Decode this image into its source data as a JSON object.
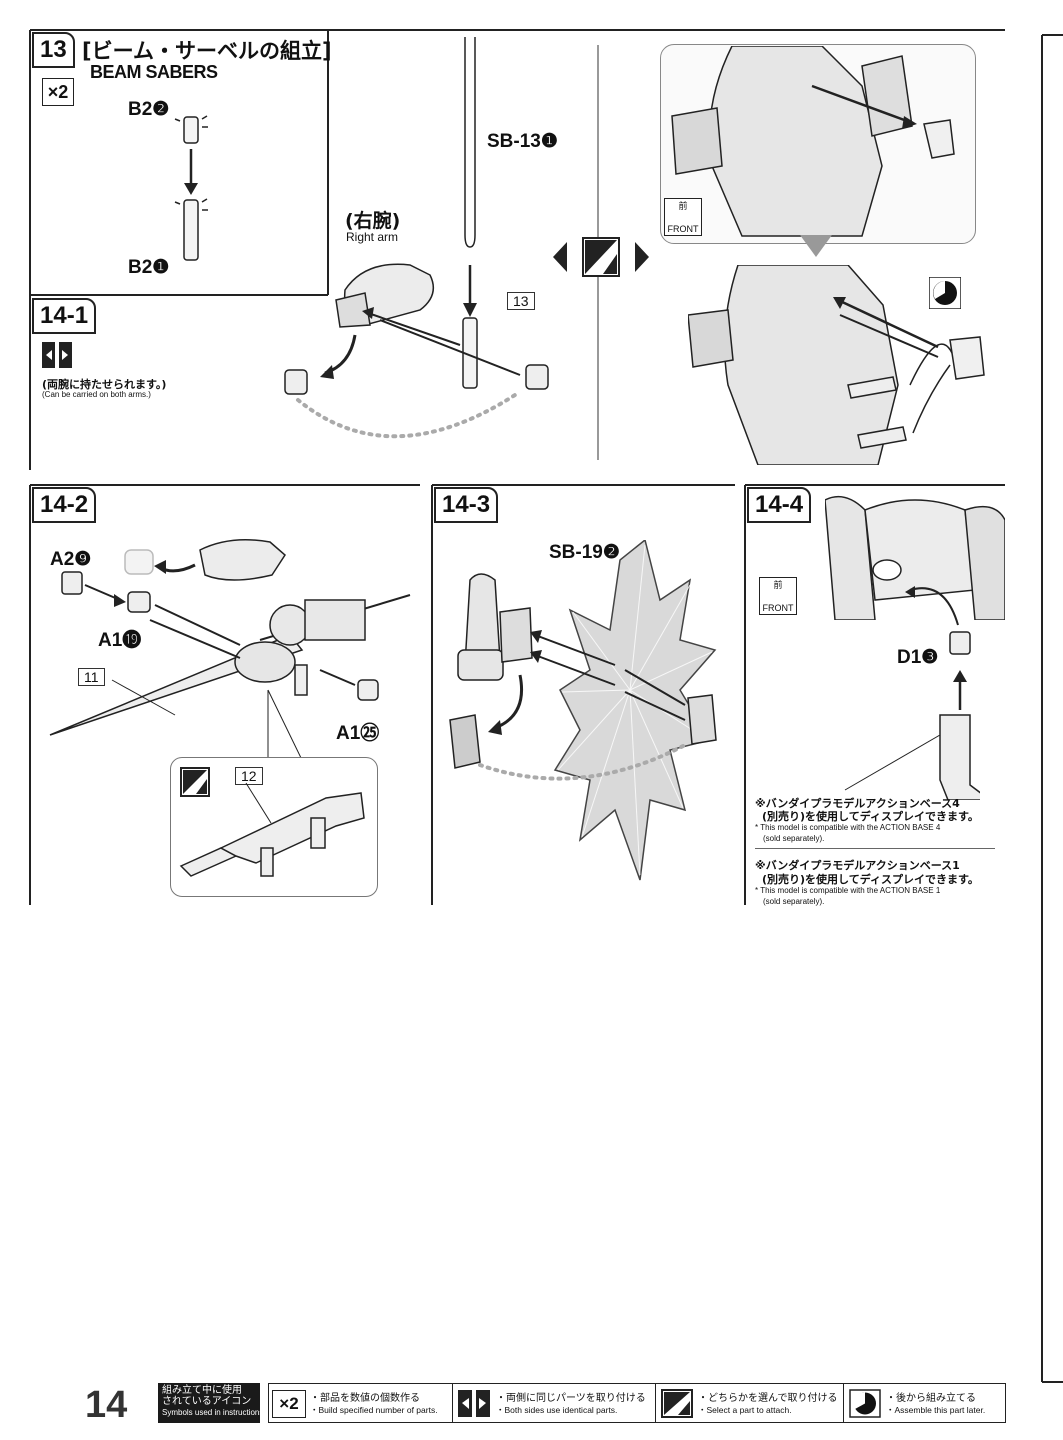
{
  "page_number": "14",
  "step13": {
    "number": "13",
    "title_jp": "[ビーム・サーベルの組立]",
    "title_en": "BEAM SABERS",
    "multiplier": "×2",
    "part_top": "B2❷",
    "part_bottom": "B2❶",
    "saber_part": "SB-13❶",
    "arm_jp": "(右腕)",
    "arm_en": "Right arm",
    "part_box": "13"
  },
  "step14_1": {
    "number": "14-1",
    "note_jp": "(両腕に持たせられます。)",
    "note_en": "(Can be carried on both arms.)",
    "front_jp": "前",
    "front_en": "FRONT"
  },
  "step14_2": {
    "number": "14-2",
    "part_a2": "A2❾",
    "part_a1_19": "A1⓳",
    "part_a1_25": "A1㉕",
    "box_11": "11",
    "box_12": "12"
  },
  "step14_3": {
    "number": "14-3",
    "part_sb19": "SB-19❷"
  },
  "step14_4": {
    "number": "14-4",
    "front_jp": "前",
    "front_en": "FRONT",
    "part_d1": "D1❸",
    "note1_jp_line1": "※バンダイプラモデルアクションベース4",
    "note1_jp_line2": "(別売り)を使用してディスプレイできます。",
    "note1_en_line1": "* This model is compatible with the ACTION BASE 4",
    "note1_en_line2": "(sold separately).",
    "note2_jp_line1": "※バンダイプラモデルアクションベース1",
    "note2_jp_line2": "(別売り)を使用してディスプレイできます。",
    "note2_en_line1": "* This model is compatible with the ACTION BASE 1",
    "note2_en_line2": "(sold separately)."
  },
  "legend": {
    "header_jp_line1": "組み立て中に使用",
    "header_jp_line2": "されているアイコン",
    "header_en": "Symbols used in instructions",
    "items": [
      {
        "icon": "×2",
        "jp": "・部品を数値の個数作る",
        "en": "・Build specified number of parts."
      },
      {
        "icon": "both-sides-icon",
        "jp": "・両側に同じパーツを取り付ける",
        "en": "・Both sides use identical parts."
      },
      {
        "icon": "select-part-icon",
        "jp": "・どちらかを選んで取り付ける",
        "en": "・Select a part to attach."
      },
      {
        "icon": "assemble-later-icon",
        "jp": "・後から組み立てる",
        "en": "・Assemble this part later."
      }
    ]
  }
}
